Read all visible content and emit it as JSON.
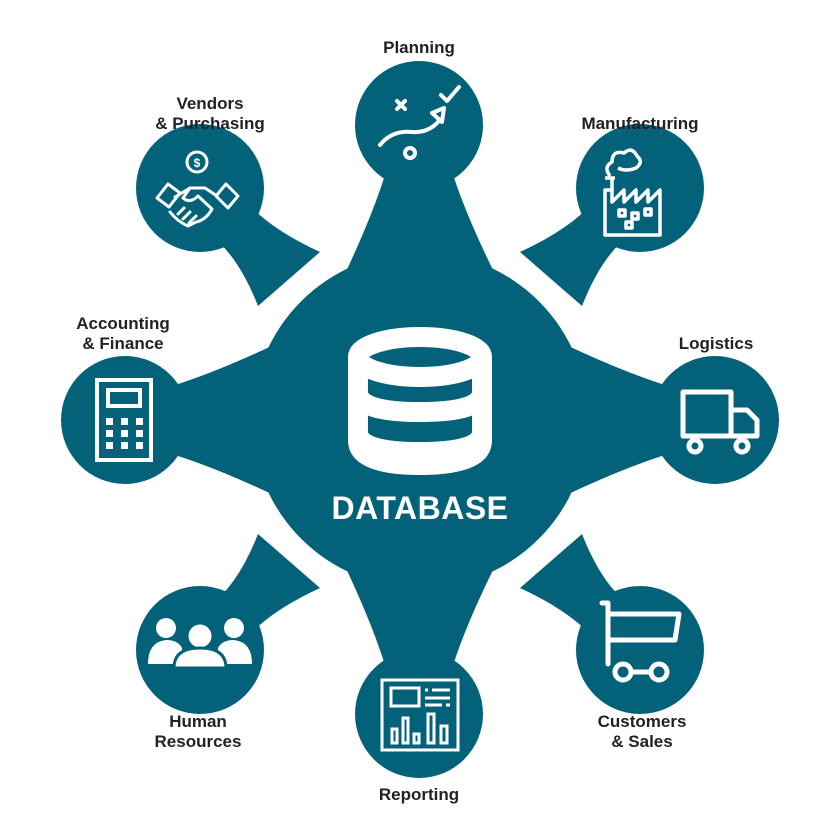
{
  "colors": {
    "teal": "#03627A",
    "icon": "#FFFFFF",
    "label_text": "#222222",
    "background": "#FFFFFF"
  },
  "hub": {
    "title": "DATABASE",
    "icon": "database-cylinder-icon"
  },
  "nodes": [
    {
      "id": "planning",
      "lines": [
        "Planning"
      ],
      "icon": "strategy-play-icon"
    },
    {
      "id": "manufacturing",
      "lines": [
        "Manufacturing"
      ],
      "icon": "factory-icon"
    },
    {
      "id": "logistics",
      "lines": [
        "Logistics"
      ],
      "icon": "delivery-truck-icon"
    },
    {
      "id": "customers-sales",
      "lines": [
        "Customers",
        "& Sales"
      ],
      "icon": "shopping-cart-icon"
    },
    {
      "id": "reporting",
      "lines": [
        "Reporting"
      ],
      "icon": "report-dashboard-icon"
    },
    {
      "id": "human-resources",
      "lines": [
        "Human",
        "Resources"
      ],
      "icon": "people-group-icon"
    },
    {
      "id": "accounting-finance",
      "lines": [
        "Accounting",
        "& Finance"
      ],
      "icon": "calculator-icon"
    },
    {
      "id": "vendors-purchasing",
      "lines": [
        "Vendors",
        "& Purchasing"
      ],
      "icon": "handshake-dollar-icon"
    }
  ]
}
